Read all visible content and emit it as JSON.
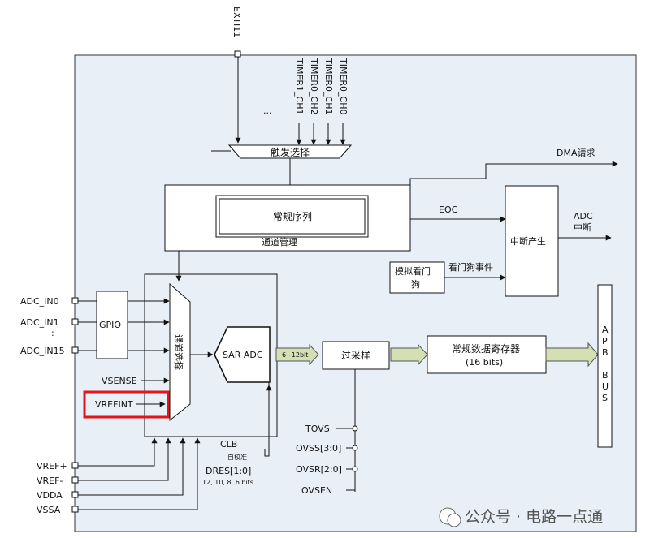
{
  "ext_label": "EXTI11",
  "timer_labels": [
    "TIMER1_CH1",
    "TIMER0_CH2",
    "TIMER0_CH1",
    "TIMER0_CH0"
  ],
  "ellipsis": "...",
  "trigger_select": "触发选择",
  "dma_request": "DMA请求",
  "regular_sequence": "常规序列",
  "channel_management": "通道管理",
  "eoc": "EOC",
  "interrupt_gen": "中断产生",
  "adc_interrupt_line1": "ADC",
  "adc_interrupt_line2": "中断",
  "watchdog_line1": "模拟看门",
  "watchdog_line2": "狗",
  "watchdog_event": "看门狗事件",
  "adc_inputs": [
    "ADC_IN0",
    "ADC_IN1",
    "ADC_IN15"
  ],
  "dots": ":",
  "gpio": "GPIO",
  "channel_select": "通道选择",
  "vsense": "VSENSE",
  "vrefint": "VREFINT",
  "sar_adc": "SAR ADC",
  "bit_width": "6~12bit",
  "oversample": "过采样",
  "regular_data_reg_line1": "常规数据寄存器",
  "regular_data_reg_line2": "(16 bits)",
  "apb_bus_letters": [
    "A",
    "P",
    "B",
    "",
    "B",
    "U",
    "S"
  ],
  "clb": "CLB",
  "self_calibration": "自校准",
  "dres": "DRES[1:0]",
  "dres_values": "12, 10, 8, 6 bits",
  "ovs_signals": [
    "TOVS",
    "OVSS[3:0]",
    "OVSR[2:0]",
    "OVSEN"
  ],
  "power_pins": [
    "VREF+",
    "VREF-",
    "VDDA",
    "VSSA"
  ],
  "watermark": "公众号 · 电路一点通",
  "colors": {
    "panel_bg": "#e9eff7",
    "highlight": "#e0161c",
    "bus_arrow": "#d4e0b4"
  }
}
